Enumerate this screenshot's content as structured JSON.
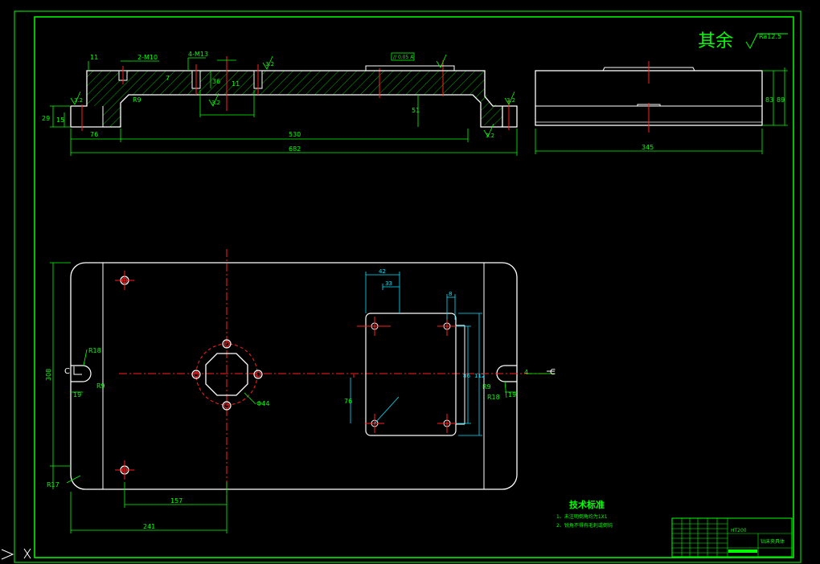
{
  "drawing": {
    "remark": "其余",
    "remark_roughness": "Ra12.5",
    "colors": {
      "background": "#000000",
      "geometry": "#ffffff",
      "dimension": "#00ff00",
      "hatch": "#00c000",
      "center": "#ff0000",
      "secondary_dim": "#00e5ff",
      "title_text": "#00ff00"
    }
  },
  "front_view": {
    "dims": {
      "d11": "11",
      "d2m10": "2-M10",
      "d4m13": "4-M13",
      "d29": "29",
      "d15": "15",
      "d76": "76",
      "d530": "530",
      "d682": "682",
      "d51": "51",
      "d36": "36",
      "d11b": "11",
      "d7": "7",
      "r9": "R9"
    },
    "roughness": [
      "3.2",
      "3.2",
      "3.2",
      "3.2",
      "3.2"
    ],
    "tolerance_box": "// 0.05 A"
  },
  "side_view": {
    "dims": {
      "d345": "345",
      "d83": "83",
      "d89": "89"
    }
  },
  "plan_view": {
    "dims": {
      "d308": "308",
      "d19a": "19",
      "d19b": "19",
      "r18a": "R18",
      "r18b": "R18",
      "r9a": "R9",
      "r9b": "R9",
      "r17": "R17",
      "d157": "157",
      "d241": "241",
      "phi44": "Φ44",
      "d42": "42",
      "d33": "33",
      "d8": "8",
      "d76": "76",
      "d86": "86",
      "d112": "112",
      "d4": "4",
      "section_left": "C",
      "section_right": "C"
    }
  },
  "notes": {
    "title": "技术标准",
    "items": [
      "1、未注明倒角均为1X1",
      "2、锐角不得有毛刺或倒钝"
    ]
  },
  "title_block": {
    "code": "HT200",
    "name": "钻床夹具体"
  }
}
